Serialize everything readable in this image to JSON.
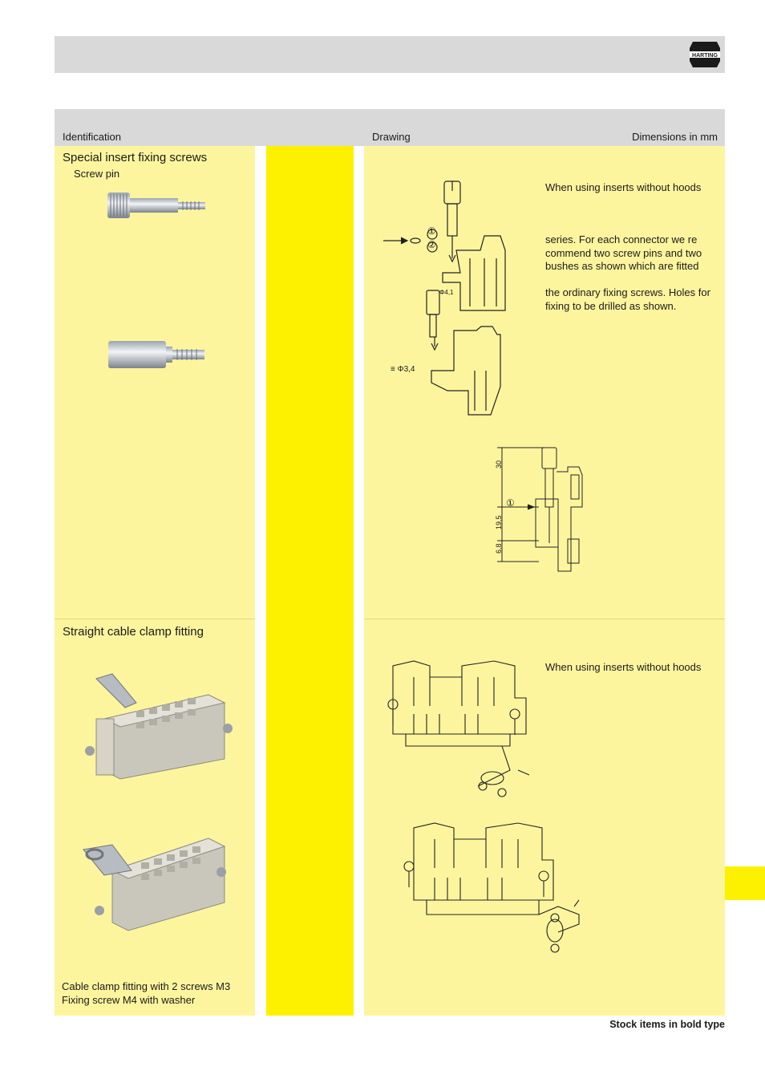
{
  "header": {
    "brand": "HARTING",
    "col_identification": "Identification",
    "col_drawing": "Drawing",
    "col_dimensions": "Dimensions in mm"
  },
  "section1": {
    "title": "Special insert fixing screws",
    "subtitle": "Screw pin",
    "text_line1": "When using inserts without hoods",
    "text_para2": [
      "series. For each connector we re",
      "commend two screw pins and two",
      "bushes as shown which are fitted"
    ],
    "text_para3": [
      "the ordinary fixing screws. Holes for",
      "fixing to be drilled as shown."
    ],
    "callout_1": "①",
    "callout_2": "②",
    "dim_hole1": "Φ4,1",
    "dim_hole2": "≡ Φ3,4",
    "dim_30": "30",
    "dim_19_5": "19,5",
    "dim_6_8": "6,8"
  },
  "section2": {
    "title": "Straight cable clamp fitting",
    "text_line1": "When using inserts without hoods",
    "caption_lines": [
      "Cable clamp fitting with 2 screws M3",
      "Fixing screw M4 with washer"
    ]
  },
  "footer": {
    "stock_note": "Stock items in bold type"
  }
}
